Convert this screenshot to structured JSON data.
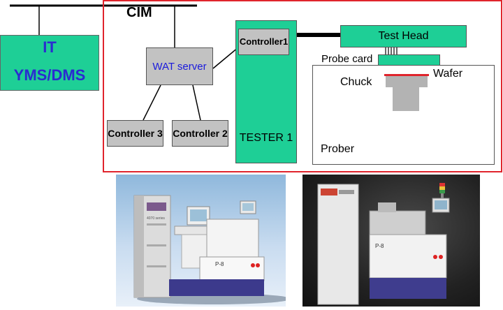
{
  "labels": {
    "cim": "CIM",
    "it": "IT",
    "yms_dms": "YMS/DMS",
    "wat_server": "WAT server",
    "controller1": "Controller1",
    "controller2": "Controller 2",
    "controller3": "Controller 3",
    "tester1": "TESTER 1",
    "test_head": "Test Head",
    "probe_card": "Probe card",
    "wafer": "Wafer",
    "chuck": "Chuck",
    "prober": "Prober"
  },
  "photo_left": {
    "machine_badge": "4070 series",
    "prober_badge": "P-8"
  },
  "photo_right": {
    "prober_badge": "P-8"
  },
  "colors": {
    "green": "#1ecf96",
    "gray": "#c2c2c2",
    "red": "#e0242c",
    "blue_text": "#1a1adc",
    "it_text": "#2b2bd0"
  }
}
